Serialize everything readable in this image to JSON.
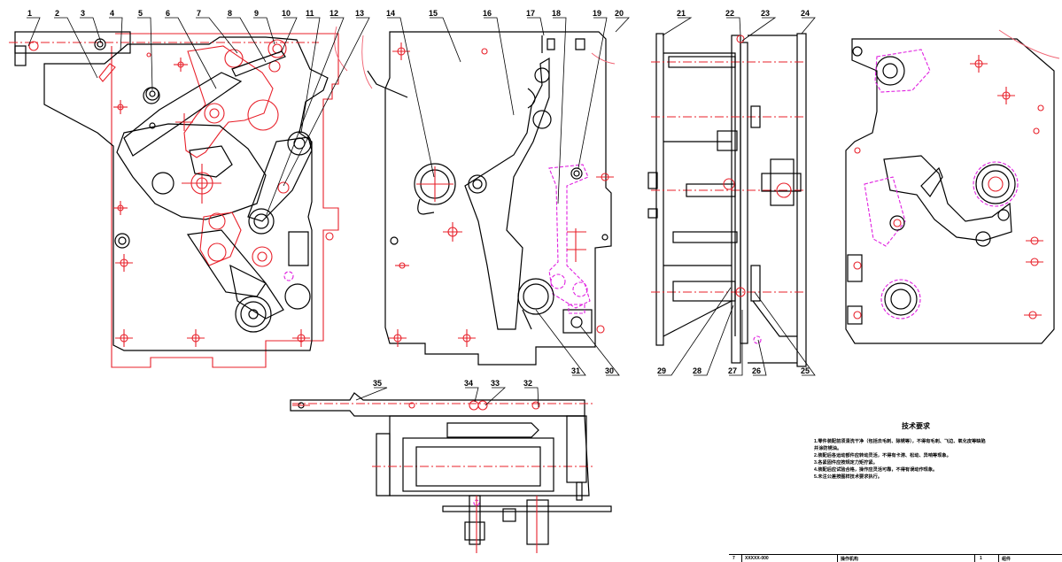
{
  "part_labels": [
    "1",
    "2",
    "3",
    "4",
    "5",
    "6",
    "7",
    "8",
    "9",
    "10",
    "11",
    "12",
    "13",
    "14",
    "15",
    "16",
    "17",
    "18",
    "19",
    "20",
    "21",
    "22",
    "23",
    "24",
    "25",
    "26",
    "27",
    "28",
    "29",
    "30",
    "31",
    "32",
    "33",
    "34",
    "35"
  ],
  "notes": {
    "title": "技术要求",
    "lines": [
      "1.零件装配前须清洗干净（包括去毛刺、除锈等），不得有毛刺、飞边、氧化皮等缺陷",
      "  并涂防锈油。",
      "2.装配后各运动部件应转动灵活，不得有卡滞、松动、异响等现象。",
      "3.各紧固件应按规定力矩拧紧。",
      "4.装配后应试验合格，操作应灵活可靠，不得有误动作现象。",
      "5.未注公差按图样技术要求执行。"
    ]
  },
  "title_block": {
    "cells": [
      "7",
      "XXXXX-000",
      "操作机构",
      "1",
      "组件"
    ]
  },
  "colors": {
    "outline": "#000000",
    "centerline": "#e8202a",
    "hidden_part": "#e020e0",
    "break_line": "#f06070",
    "background": "#ffffff"
  }
}
